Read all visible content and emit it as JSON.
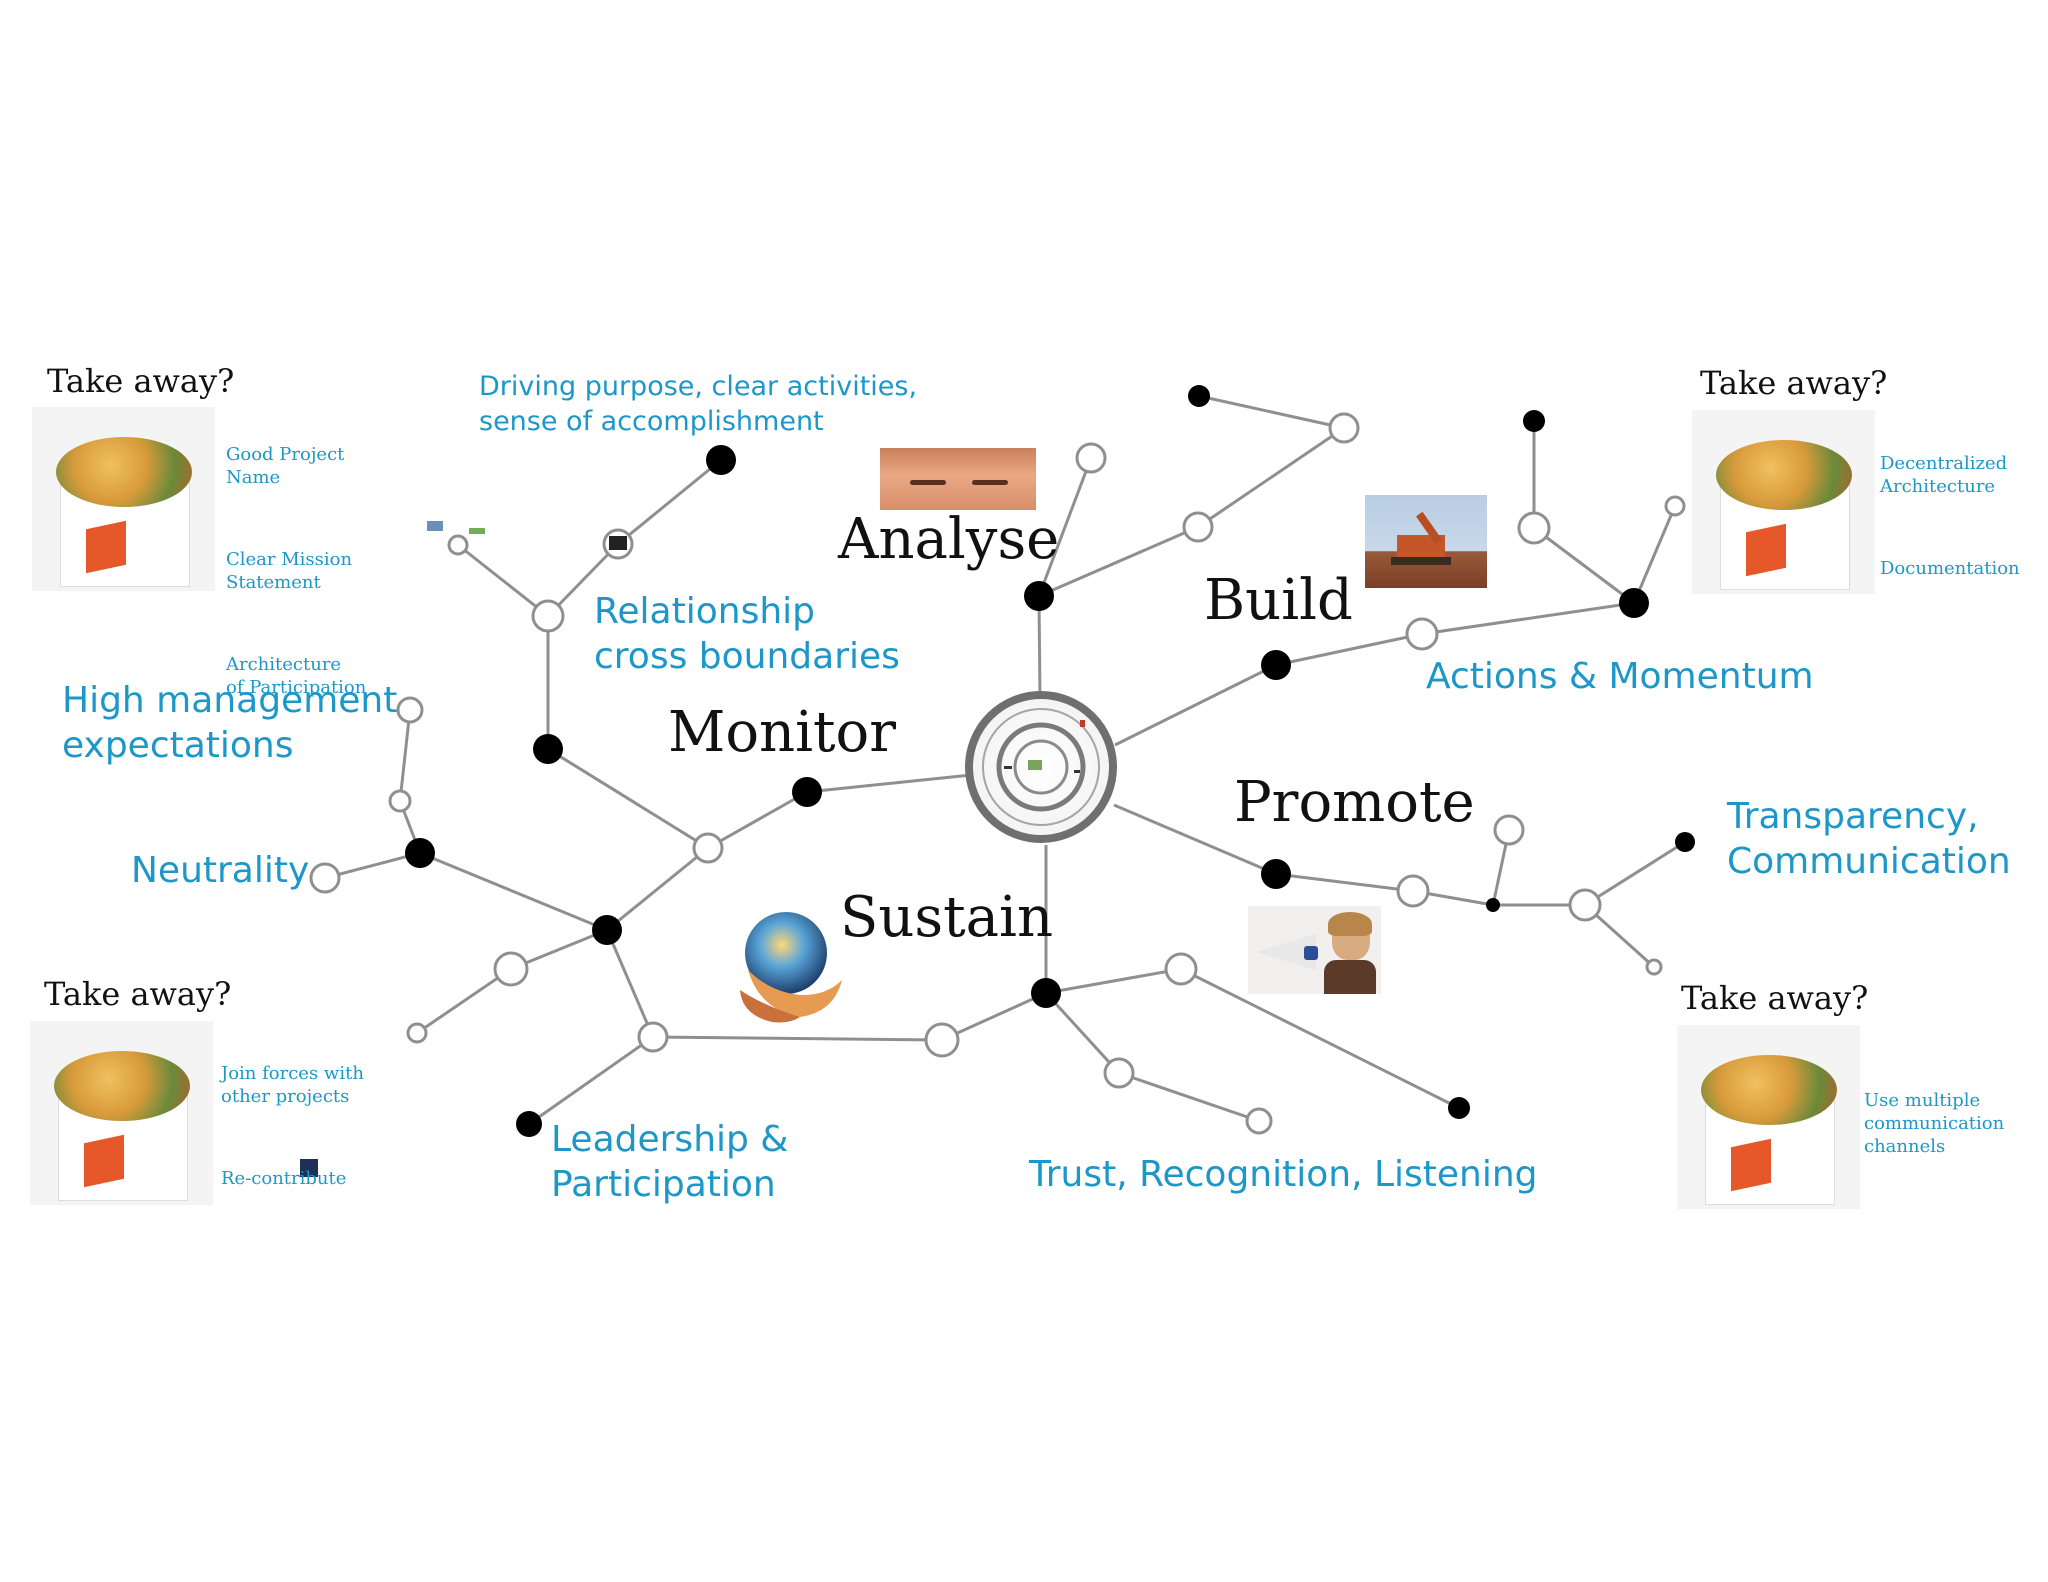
{
  "stages": {
    "analyse": "Analyse",
    "build": "Build",
    "monitor": "Monitor",
    "promote": "Promote",
    "sustain": "Sustain"
  },
  "topics": {
    "driving_purpose": [
      "Driving purpose, clear activities,",
      "sense of accomplishment"
    ],
    "relationship": [
      "Relationship",
      "cross boundaries"
    ],
    "high_management": [
      "High management",
      "expectations"
    ],
    "neutrality": "Neutrality",
    "actions_momentum": "Actions & Momentum",
    "transparency": [
      "Transparency,",
      "Communication"
    ],
    "leadership": [
      "Leadership &",
      "Participation"
    ],
    "trust": "Trust, Recognition, Listening"
  },
  "takeaways": [
    {
      "title": "Take away?",
      "items": [
        "Good Project\nName",
        "Clear Mission\nStatement",
        "Architecture\nof Participation"
      ]
    },
    {
      "title": "Take away?",
      "items": [
        "Decentralized\nArchitecture",
        "Documentation"
      ]
    },
    {
      "title": "Take away?",
      "items": [
        "Join forces with\nother projects",
        "Re-contribute"
      ]
    },
    {
      "title": "Take away?",
      "items": [
        "Use multiple\ncommunication\nchannels"
      ]
    }
  ],
  "colors": {
    "accent": "#1c97c8",
    "node": "#000000",
    "line": "#8a8a8a"
  },
  "icons": [
    "closed-eyes-photo",
    "excavator-photo",
    "megaphone-photo",
    "hands-globe-photo",
    "noodle-box-photo",
    "center-rings-icon"
  ]
}
